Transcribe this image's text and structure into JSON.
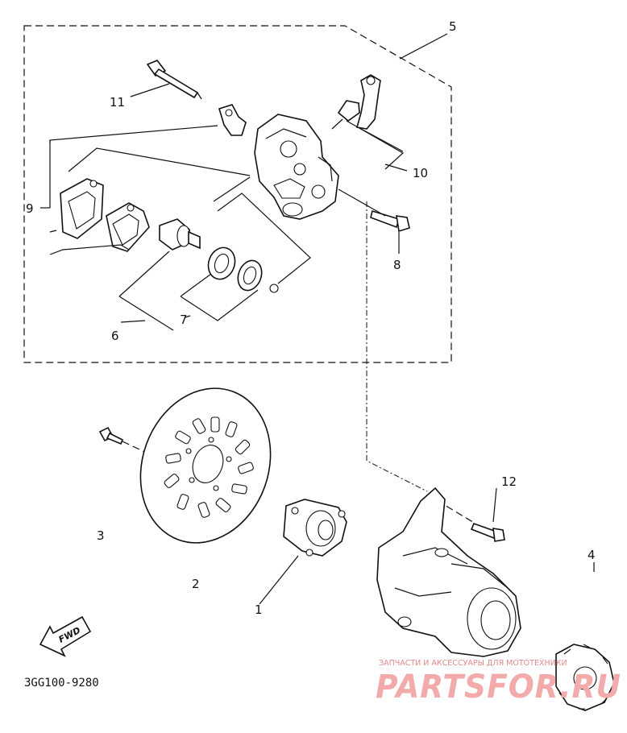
{
  "diagram_code": "3GG100-9280",
  "fwd_label": "FWD",
  "callouts": {
    "c1": "1",
    "c2": "2",
    "c3": "3",
    "c4": "4",
    "c5": "5",
    "c6": "6",
    "c7": "7",
    "c8": "8",
    "c9": "9",
    "c10": "10",
    "c11": "11",
    "c12": "12"
  },
  "watermark": {
    "tagline": "ЗАПЧАСТИ И АКСЕССУАРЫ ДЛЯ МОТОТЕХНИКИ",
    "brand": "PARTSFOR.RU"
  }
}
